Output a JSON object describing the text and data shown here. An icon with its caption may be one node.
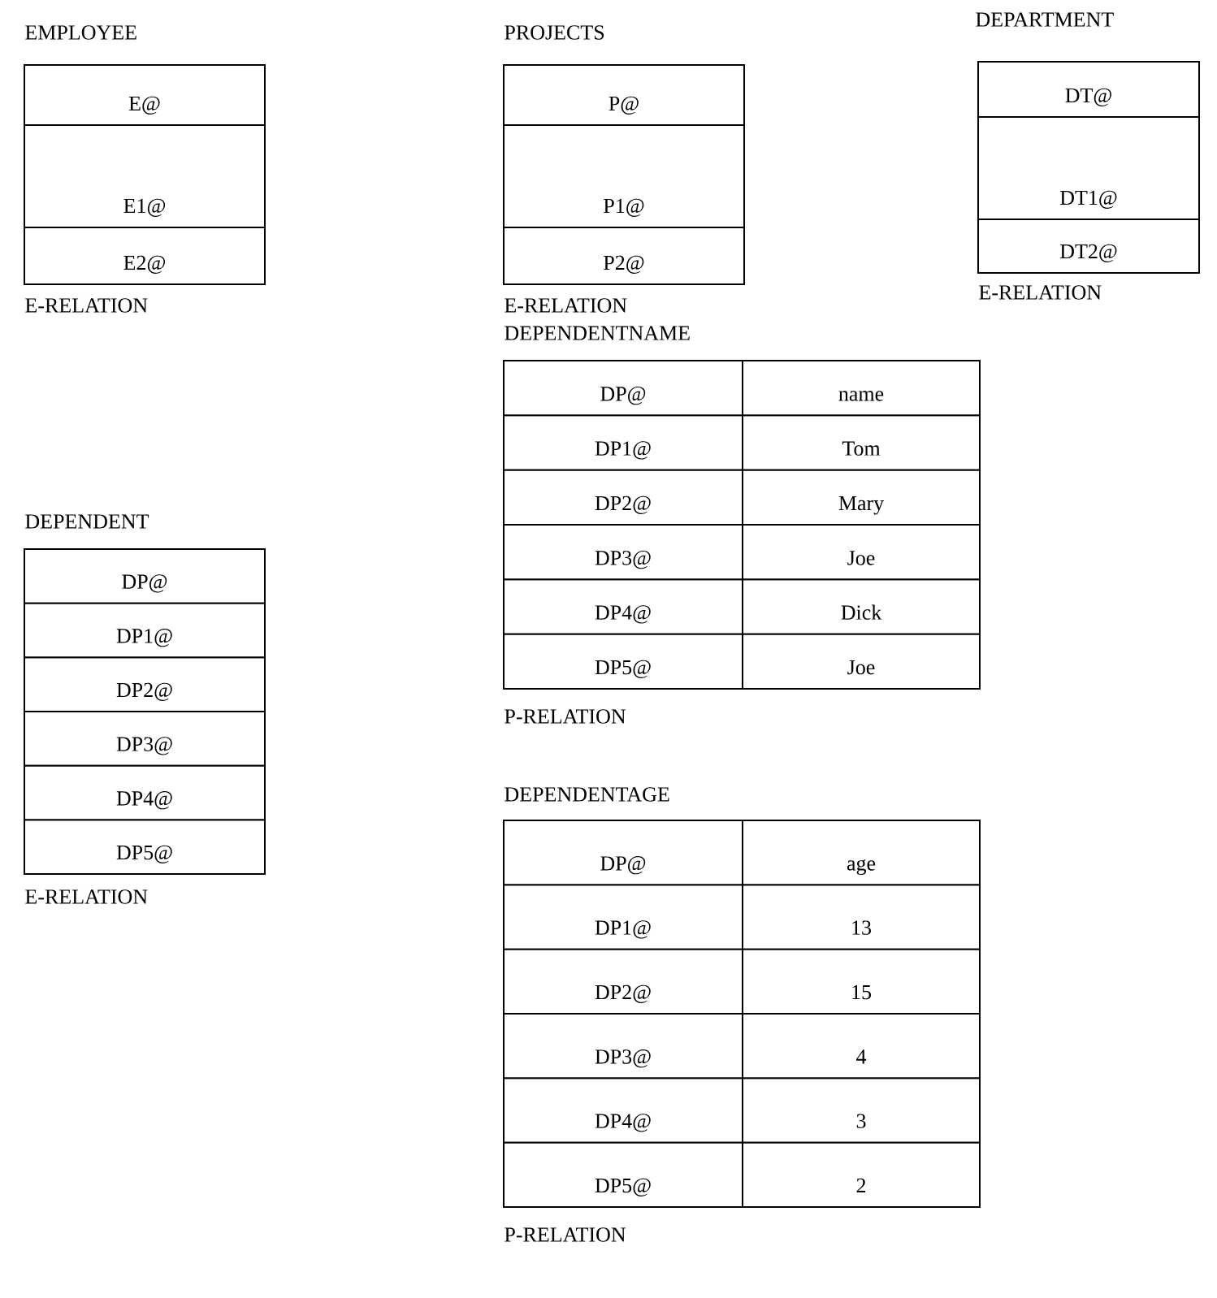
{
  "diagram": {
    "nodes": [
      {
        "text": [
          "EMPLOYEE"
        ],
        "beside": [
          "E-RELATION"
        ]
      },
      {
        "text": [
          "E@"
        ],
        "in": 0
      },
      {
        "text": [
          "E1@"
        ],
        "in": 0
      },
      {
        "text": [
          "E2@"
        ],
        "in": 0
      },
      {
        "text": [
          "PROJECTS"
        ],
        "beside": [
          "E-RELATION"
        ]
      },
      {
        "text": [
          "P@"
        ],
        "in": 4
      },
      {
        "text": [
          "P1@"
        ],
        "in": 4
      },
      {
        "text": [
          "P2@"
        ],
        "in": 4
      },
      {
        "text": [
          "DEPARTMENT"
        ],
        "beside": [
          "E-RELATION"
        ]
      },
      {
        "text": [
          "DT@"
        ],
        "in": 8
      },
      {
        "text": [
          "DT1@"
        ],
        "in": 8
      },
      {
        "text": [
          "DT2@"
        ],
        "in": 8
      },
      {
        "text": [
          "DEPENDENTNAME"
        ],
        "beside": [
          "P-RELATION"
        ]
      },
      {
        "text": [
          "DP@"
        ],
        "in": 12
      },
      {
        "text": [
          "name"
        ],
        "in": 12
      },
      {
        "text": [
          "DP1@"
        ],
        "in": 12
      },
      {
        "text": [
          "Tom"
        ],
        "in": 12
      },
      {
        "text": [
          "DP2@"
        ],
        "in": 12
      },
      {
        "text": [
          "Mary"
        ],
        "in": 12
      },
      {
        "text": [
          "DP3@"
        ],
        "in": 12
      },
      {
        "text": [
          "Joe"
        ],
        "in": 12
      },
      {
        "text": [
          "DP4@"
        ],
        "in": 12
      },
      {
        "text": [
          "Dick"
        ],
        "in": 12
      },
      {
        "text": [
          "DP5@"
        ],
        "in": 12
      },
      {
        "text": [
          "Joe"
        ],
        "in": 12
      },
      {
        "text": [
          "DEPENDENT"
        ],
        "beside": [
          "E-RELATION"
        ]
      },
      {
        "text": [
          "DP@"
        ],
        "in": 25
      },
      {
        "text": [
          "DP1@"
        ],
        "in": 25
      },
      {
        "text": [
          "DP2@"
        ],
        "in": 25
      },
      {
        "text": [
          "DP3@"
        ],
        "in": 25
      },
      {
        "text": [
          "DP4@"
        ],
        "in": 25
      },
      {
        "text": [
          "DP5@"
        ],
        "in": 25
      },
      {
        "text": [
          "DEPENDENTAGE"
        ],
        "beside": [
          "P-RELATION"
        ]
      },
      {
        "text": [
          "DP@"
        ],
        "in": 32
      },
      {
        "text": [
          "age"
        ],
        "in": 32
      },
      {
        "text": [
          "DP1@"
        ],
        "in": 32
      },
      {
        "text": [
          "13"
        ],
        "in": 32
      },
      {
        "text": [
          "DP2@"
        ],
        "in": 32
      },
      {
        "text": [
          "15"
        ],
        "in": 32
      },
      {
        "text": [
          "DP3@"
        ],
        "in": 32
      },
      {
        "text": [
          "4"
        ],
        "in": 32
      },
      {
        "text": [
          "DP4@"
        ],
        "in": 32
      },
      {
        "text": [
          "3"
        ],
        "in": 32
      },
      {
        "text": [
          "DP5@"
        ],
        "in": 32
      },
      {
        "text": [
          "2"
        ],
        "in": 32
      }
    ]
  }
}
